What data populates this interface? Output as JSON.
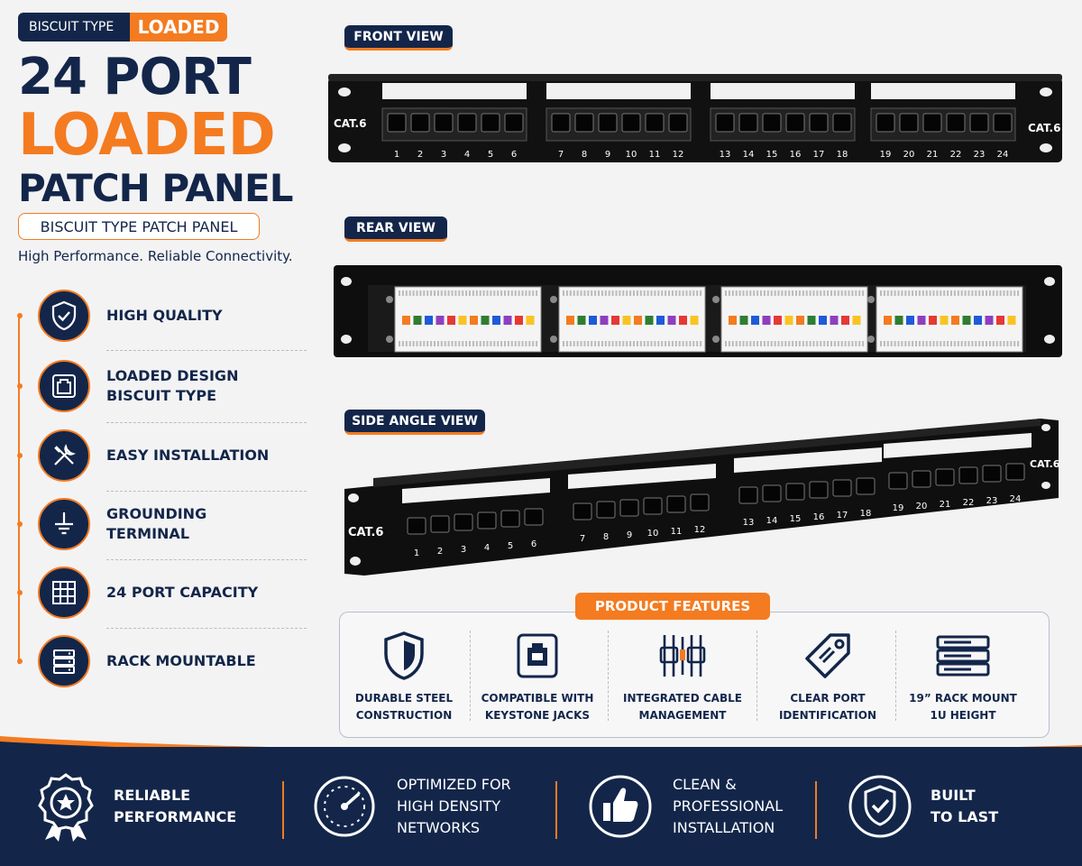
{
  "badge": {
    "type_label": "BISCUIT TYPE",
    "type_value": "LOADED"
  },
  "hero": {
    "line1": "24 PORT",
    "line2": "LOADED",
    "line3": "PATCH PANEL"
  },
  "subtitle": "BISCUIT TYPE PATCH PANEL",
  "tagline": "High Performance. Reliable Connectivity.",
  "features": [
    {
      "icon": "shield-check-icon",
      "label": "HIGH QUALITY"
    },
    {
      "icon": "keystone-jack-icon",
      "label_line1": "LOADED DESIGN",
      "label_line2": "BISCUIT TYPE"
    },
    {
      "icon": "tools-icon",
      "label": "EASY INSTALLATION"
    },
    {
      "icon": "ground-icon",
      "label": "GROUNDING TERMINAL"
    },
    {
      "icon": "grid-icon",
      "label": "24 PORT CAPACITY"
    },
    {
      "icon": "server-rack-icon",
      "label": "RACK MOUNTABLE"
    }
  ],
  "views": {
    "front": "FRONT VIEW",
    "rear": "REAR VIEW",
    "side": "SIDE ANGLE VIEW"
  },
  "panel": {
    "cat_label": "CAT.6",
    "port_numbers": [
      "1",
      "2",
      "3",
      "4",
      "5",
      "6",
      "7",
      "8",
      "9",
      "10",
      "11",
      "12",
      "13",
      "14",
      "15",
      "16",
      "17",
      "18",
      "19",
      "20",
      "21",
      "22",
      "23",
      "24"
    ]
  },
  "product_features": {
    "title": "PRODUCT FEATURES",
    "items": [
      {
        "icon": "shield-icon",
        "line1": "DURABLE STEEL",
        "line2": "CONSTRUCTION"
      },
      {
        "icon": "keystone-icon",
        "line1": "COMPATIBLE WITH",
        "line2": "KEYSTONE JACKS"
      },
      {
        "icon": "cable-management-icon",
        "line1": "INTEGRATED CABLE",
        "line2": "MANAGEMENT"
      },
      {
        "icon": "tag-icon",
        "line1": "CLEAR PORT",
        "line2": "IDENTIFICATION"
      },
      {
        "icon": "rack-mount-icon",
        "line1": "19” RACK MOUNT",
        "line2": "1U HEIGHT"
      }
    ]
  },
  "footer": [
    {
      "icon": "award-badge-icon",
      "line1": "RELIABLE",
      "line2": "PERFORMANCE"
    },
    {
      "icon": "speedometer-icon",
      "line1": "OPTIMIZED FOR",
      "line2": "HIGH DENSITY",
      "line3": "NETWORKS"
    },
    {
      "icon": "thumbs-up-icon",
      "line1": "CLEAN &",
      "line2": "PROFESSIONAL",
      "line3": "INSTALLATION"
    },
    {
      "icon": "shield-check-icon",
      "line1": "BUILT",
      "line2": "TO LAST"
    }
  ],
  "colors": {
    "navy": "#13264a",
    "orange": "#f47b20",
    "background": "#f3f3f4"
  }
}
